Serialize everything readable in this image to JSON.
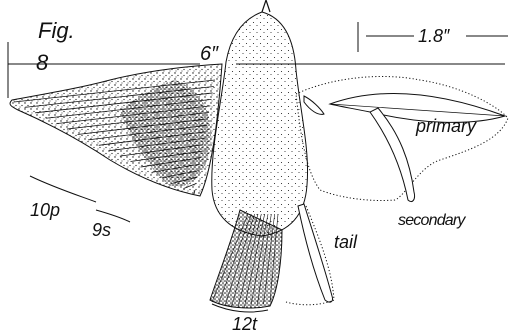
{
  "figure": {
    "fig_label": "Fig.",
    "fig_number": "8",
    "measurements": {
      "wingspan": "6″",
      "feather_length": "1.8″"
    },
    "labels": {
      "primary": "primary",
      "secondary": "secondary",
      "tail": "tail",
      "primary_count": "10p",
      "secondary_count": "9s",
      "tail_count": "12t"
    }
  },
  "colors": {
    "ink": "#111111",
    "paper": "#ffffff"
  }
}
